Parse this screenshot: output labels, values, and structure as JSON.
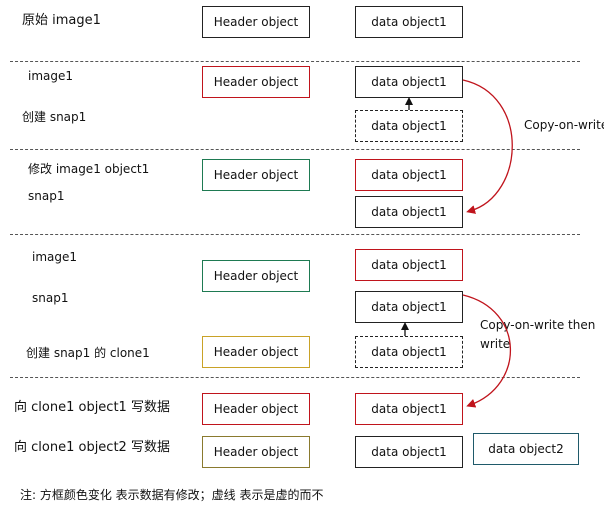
{
  "sections": {
    "s1": {
      "label": "原始 image1",
      "header": "Header object",
      "data": "data object1"
    },
    "s2": {
      "label_image": "image1",
      "label_snap": "创建 snap1",
      "header": "Header object",
      "data": "data object1",
      "data_virtual": "data object1",
      "cow_label": "Copy-on-write"
    },
    "s3": {
      "label_modify": "修改 image1 object1",
      "label_snap": "snap1",
      "header": "Header object",
      "data_image": "data object1",
      "data_snap": "data object1"
    },
    "s4": {
      "label_image": "image1",
      "label_snap": "snap1",
      "label_clone": "创建 snap1 的 clone1",
      "header_image": "Header object",
      "header_clone": "Header object",
      "data_image": "data object1",
      "data_snap": "data object1",
      "data_clone_virtual": "data object1",
      "cow_label_1": "Copy-on-write    then",
      "cow_label_2": "write"
    },
    "s5": {
      "label_obj1": "向 clone1 object1  写数据",
      "label_obj2": "向 clone1 object2  写数据",
      "header_1": "Header object",
      "header_2": "Header object",
      "data_1": "data object1",
      "data_2": "data object1",
      "data_new": "data object2"
    }
  },
  "note": "注: 方框颜色变化  表示数据有修改；虚线  表示是虚的而不",
  "colors": {
    "black": "#222222",
    "red": "#c0141c",
    "green": "#1e7a52",
    "yellow": "#c9a227",
    "olive": "#8a7a2e",
    "teal": "#1f5a6a"
  }
}
